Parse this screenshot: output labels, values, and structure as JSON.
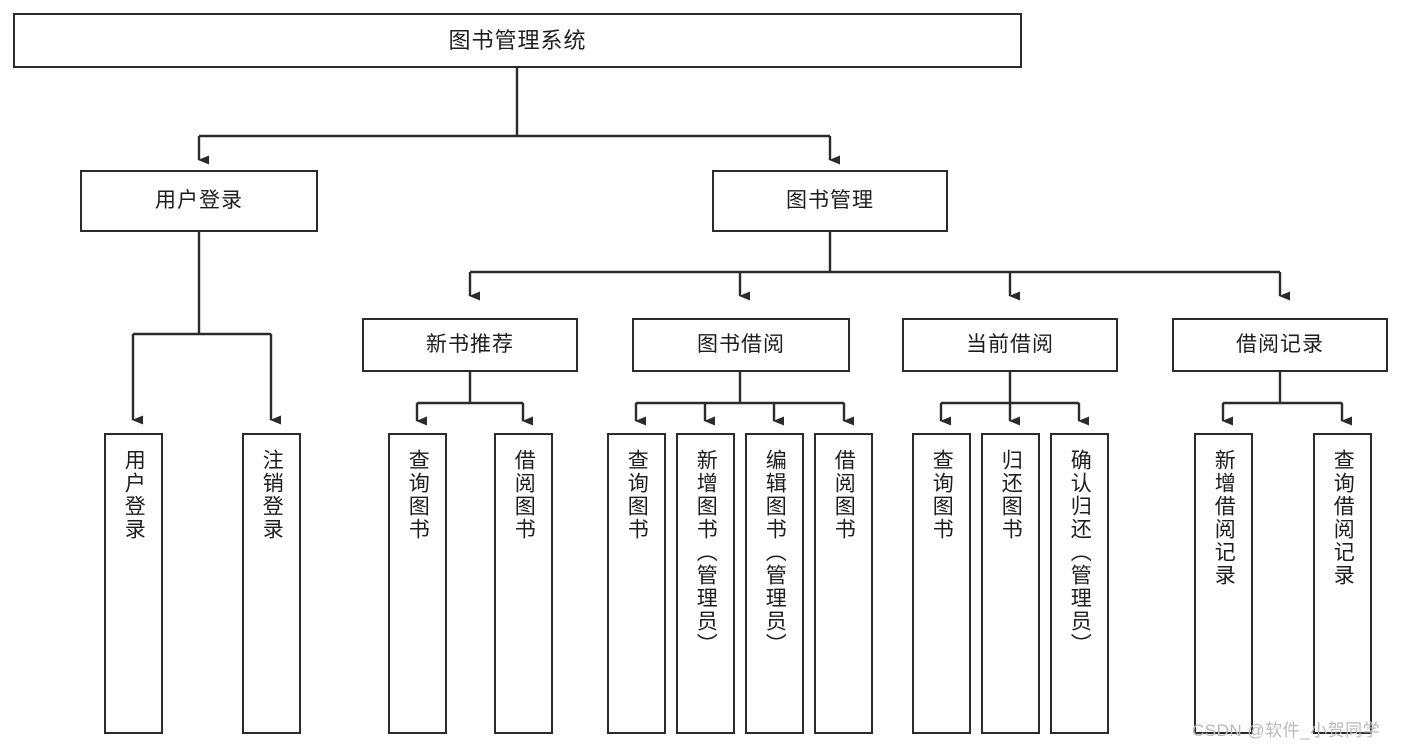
{
  "diagram": {
    "title": "图书管理系统",
    "type": "tree-hierarchy-diagram",
    "colors": {
      "box_border": "#2b2b2b",
      "box_fill": "#ffffff",
      "connector": "#2b2b2b",
      "background": "#ffffff",
      "watermark": "#b9b9b9"
    },
    "root": {
      "label": "图书管理系统"
    },
    "tier1": [
      {
        "label": "用户登录"
      },
      {
        "label": "图书管理"
      }
    ],
    "tier2": [
      {
        "label": "新书推荐"
      },
      {
        "label": "图书借阅"
      },
      {
        "label": "当前借阅"
      },
      {
        "label": "借阅记录"
      }
    ],
    "leaves": {
      "user_login": [
        {
          "label": "用户登录"
        },
        {
          "label": "注销登录"
        }
      ],
      "new_book_recommend": [
        {
          "label": "查询图书"
        },
        {
          "label": "借阅图书"
        }
      ],
      "book_borrow": [
        {
          "label": "查询图书"
        },
        {
          "label": "新增图书（管理员）"
        },
        {
          "label": "编辑图书（管理员）"
        },
        {
          "label": "借阅图书"
        }
      ],
      "current_borrow": [
        {
          "label": "查询图书"
        },
        {
          "label": "归还图书"
        },
        {
          "label": "确认归还（管理员）"
        }
      ],
      "borrow_record": [
        {
          "label": "新增借阅记录"
        },
        {
          "label": "查询借阅记录"
        }
      ]
    }
  },
  "watermark": {
    "text": "CSDN @软件_小贺同学"
  }
}
